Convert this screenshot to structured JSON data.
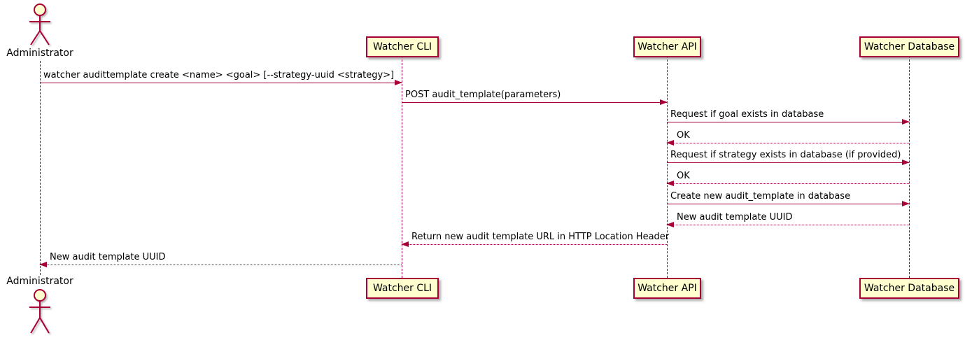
{
  "diagram": {
    "type": "sequence",
    "colors": {
      "accent": "#A80036",
      "participant_fill": "#FEFECE",
      "text": "#000000",
      "background": "#FFFFFF"
    },
    "participants": [
      {
        "id": "administrator",
        "label": "Administrator",
        "type": "actor"
      },
      {
        "id": "watcher-cli",
        "label": "Watcher CLI",
        "type": "participant"
      },
      {
        "id": "watcher-api",
        "label": "Watcher API",
        "type": "participant"
      },
      {
        "id": "watcher-database",
        "label": "Watcher Database",
        "type": "participant"
      }
    ],
    "messages": [
      {
        "from": "administrator",
        "to": "watcher-cli",
        "style": "solid",
        "label": "watcher audittemplate create <name> <goal> [--strategy-uuid <strategy>]"
      },
      {
        "from": "watcher-cli",
        "to": "watcher-api",
        "style": "solid",
        "label": "POST audit_template(parameters)"
      },
      {
        "from": "watcher-api",
        "to": "watcher-database",
        "style": "solid",
        "label": "Request if goal exists in database"
      },
      {
        "from": "watcher-database",
        "to": "watcher-api",
        "style": "dashed",
        "label": "OK"
      },
      {
        "from": "watcher-api",
        "to": "watcher-database",
        "style": "solid",
        "label": "Request if strategy exists in database (if provided)"
      },
      {
        "from": "watcher-database",
        "to": "watcher-api",
        "style": "dashed",
        "label": "OK"
      },
      {
        "from": "watcher-api",
        "to": "watcher-database",
        "style": "solid",
        "label": "Create new audit_template in database"
      },
      {
        "from": "watcher-database",
        "to": "watcher-api",
        "style": "dashed",
        "label": "New audit template UUID"
      },
      {
        "from": "watcher-api",
        "to": "watcher-cli",
        "style": "dashed",
        "label": "Return new audit template URL in HTTP Location Header"
      },
      {
        "from": "watcher-cli",
        "to": "administrator",
        "style": "dashed",
        "label": "New audit template UUID"
      }
    ]
  }
}
